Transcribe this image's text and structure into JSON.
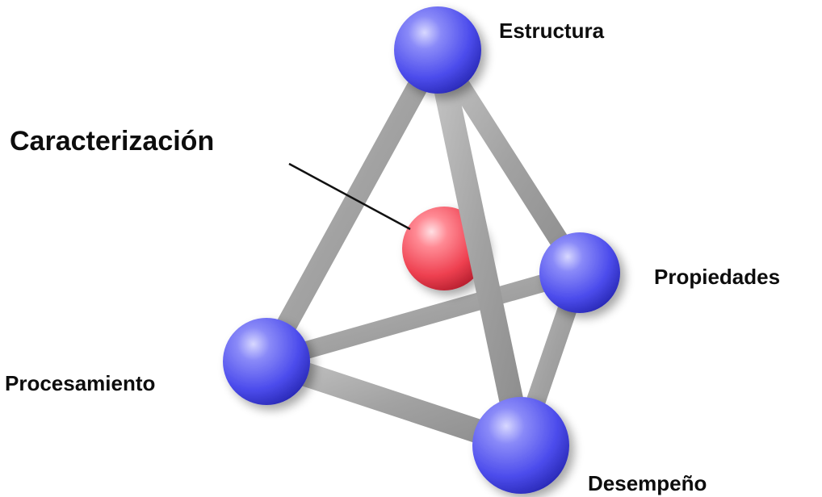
{
  "diagram": {
    "center_label": "Caracterización",
    "vertices": {
      "top": "Estructura",
      "right": "Propiedades",
      "left": "Procesamiento",
      "bottom": "Desempeño"
    }
  },
  "colors": {
    "vertex_sphere": "#5a5af2",
    "center_sphere": "#f04b5a",
    "rod": "#a9a9a9",
    "text": "#0d0d0d",
    "background": "#ffffff"
  }
}
